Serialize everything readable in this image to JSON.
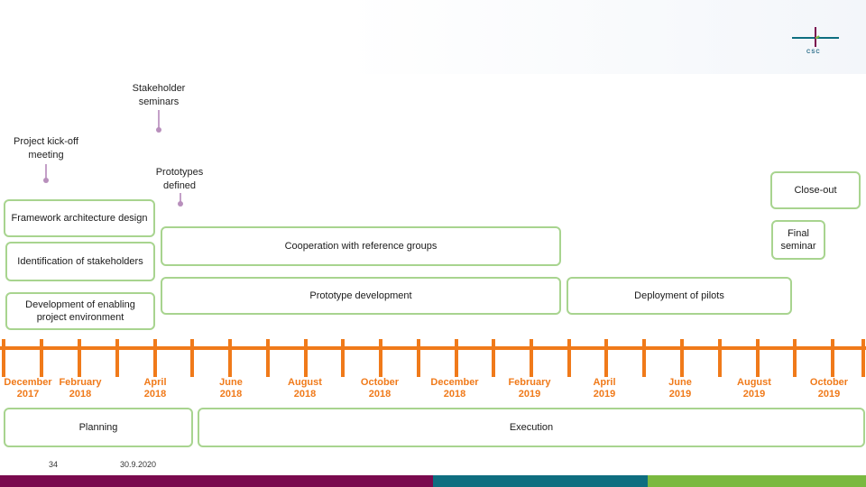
{
  "annotations": {
    "stakeholder": "Stakeholder seminars",
    "kickoff": "Project kick-off meeting",
    "prototypes": "Prototypes defined"
  },
  "boxes": {
    "framework": "Framework architecture design",
    "identification": "Identification of stakeholders",
    "enabling": "Development of enabling project environment",
    "cooperation": "Cooperation with reference groups",
    "prototype_dev": "Prototype development",
    "pilots": "Deployment of pilots",
    "closeout": "Close-out",
    "final_seminar": "Final seminar",
    "planning": "Planning",
    "execution": "Execution"
  },
  "timeline": [
    {
      "month": "December",
      "year": "2017"
    },
    {
      "month": "February",
      "year": "2018"
    },
    {
      "month": "April",
      "year": "2018"
    },
    {
      "month": "June",
      "year": "2018"
    },
    {
      "month": "August",
      "year": "2018"
    },
    {
      "month": "October",
      "year": "2018"
    },
    {
      "month": "December",
      "year": "2018"
    },
    {
      "month": "February",
      "year": "2019"
    },
    {
      "month": "April",
      "year": "2019"
    },
    {
      "month": "June",
      "year": "2019"
    },
    {
      "month": "August",
      "year": "2019"
    },
    {
      "month": "October",
      "year": "2019"
    }
  ],
  "footer": {
    "page": "34",
    "date": "30.9.2020",
    "logo_text": "CSC"
  },
  "colors": {
    "timeline": "#f07a1a",
    "box_border": "#a8d48f",
    "marker": "#c4a0c8",
    "footer_purple": "#7a0a4e",
    "footer_teal": "#0e6e80",
    "footer_green": "#7ab940"
  }
}
